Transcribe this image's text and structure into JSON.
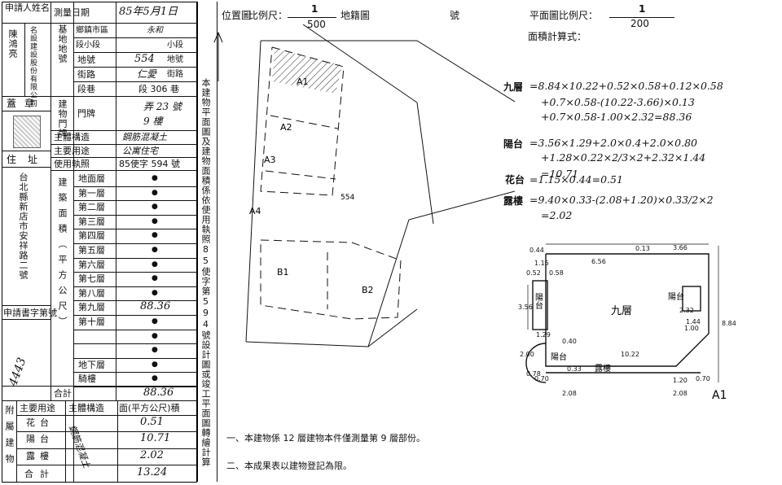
{
  "applicant": {
    "title": "申請人姓名",
    "name_vertical": "陳鴻亮",
    "company_vertical": "名設建設股份有限公司"
  },
  "seal_label": "蓋章",
  "address_label": "住址",
  "address_vertical": "台北縣新店市安祥路二號",
  "survey_date_label": "測量日期",
  "survey_date_value": "85年5月1日",
  "base_label": "基地地號",
  "rows_left": {
    "district": "鄉鎮市區",
    "district_value": "永和",
    "section": "段小段",
    "section_small": "小段",
    "lot_label": "地號",
    "lot_value": "554",
    "lot_suffix": "地號",
    "street_label": "街路",
    "street_value": "仁愛",
    "street_suffix": "街路",
    "lane_label": "段巷",
    "lane_value": "段 306 巷",
    "door_label": "門牌",
    "alley_value": "弄 23 號",
    "floor_value": "9 樓"
  },
  "building_label": "建物門牌",
  "structure_label": "主體構造",
  "structure_value": "鋼筋混凝土",
  "use_label": "主要用途",
  "use_value": "公寓住宅",
  "license_label": "使用執照",
  "license_value": "85使字 594 號",
  "area_label": "建築面積（平方公尺）",
  "floors": [
    {
      "label": "地面層",
      "value": "●"
    },
    {
      "label": "第一層",
      "value": "●"
    },
    {
      "label": "第二層",
      "value": "●"
    },
    {
      "label": "第三層",
      "value": "●"
    },
    {
      "label": "第四層",
      "value": "●"
    },
    {
      "label": "第五層",
      "value": "●"
    },
    {
      "label": "第六層",
      "value": "●"
    },
    {
      "label": "第七層",
      "value": "●"
    },
    {
      "label": "第八層",
      "value": "●"
    },
    {
      "label": "第九層",
      "value": "88.36"
    },
    {
      "label": "第十層",
      "value": "●"
    },
    {
      "label": "",
      "value": "●"
    },
    {
      "label": "",
      "value": "●"
    },
    {
      "label": "地下層",
      "value": "●"
    },
    {
      "label": "騎樓",
      "value": "●"
    }
  ],
  "total_label": "合計",
  "total_value": "88.36",
  "app_no_label": "申請書字第號",
  "app_no_value": "4443",
  "attach": {
    "header_use": "主要用途",
    "header_struct": "主體構造",
    "header_area": "面(平方公尺)積",
    "side_label": "附屬建物",
    "items": [
      {
        "use": "花台",
        "area": "0.51"
      },
      {
        "use": "陽台",
        "area": "10.71"
      },
      {
        "use": "露樓",
        "area": "2.02"
      }
    ],
    "total_label": "合計",
    "total_area": "13.24",
    "struct_value": "鋼筋混凝土"
  },
  "position_label": "位置圖",
  "scale_label": "比例尺：",
  "scale_num": "1",
  "scale_den": "500",
  "land_map_label": "地籍圖",
  "number_label": "號",
  "plan_scale_label": "平面圖比例尺：",
  "plan_scale_num": "1",
  "plan_scale_den": "200",
  "area_calc_label": "面積計算式：",
  "middle_vertical": "本建物平面圖及建物面積係依使用執照85使字第594號設計圖或竣工平面圖轉繪計算",
  "calcs": [
    {
      "label": "九層",
      "text": "=8.84×10.22+0.52×0.58+0.12×0.58"
    },
    {
      "label": "",
      "text": "+0.7×0.58-(10.22-3.66)×0.13"
    },
    {
      "label": "",
      "text": "+0.7×0.58-1.00×2.32=88.36"
    },
    {
      "label": "陽台",
      "text": "=3.56×1.29+2.0×0.4+2.0×0.80"
    },
    {
      "label": "",
      "text": "+1.28×0.22×2/3×2+2.32×1.44"
    },
    {
      "label": "",
      "text": "=10.71"
    },
    {
      "label": "花台",
      "text": "=1.15×0.44=0.51"
    },
    {
      "label": "露樓",
      "text": "=9.40×0.33-(2.08+1.20)×0.33/2×2"
    },
    {
      "label": "",
      "text": "=2.02"
    }
  ],
  "plan_labels": {
    "main": "九層",
    "balcony_l": "陽台",
    "balcony_r": "陽台",
    "balcony_b": "陽台",
    "terrace": "露樓",
    "sheet": "A1",
    "dims": [
      "0.44",
      "0.13",
      "3.66",
      "1.15",
      "6.56",
      "0.52",
      "0.58",
      "3.56",
      "2.32",
      "1.44",
      "1.00",
      "8.84",
      "1.29",
      "0.40",
      "2.00",
      "10.22",
      "0.33",
      "0.70",
      "1.20",
      "0.70",
      "2.08",
      "2.08",
      "0.78"
    ]
  },
  "site_labels": {
    "a1": "A1",
    "a2": "A2",
    "a3": "A3",
    "a4": "A4",
    "b1": "B1",
    "b2": "B2",
    "lot": "554"
  },
  "notes": [
    "一、本建物係 12 層建物本件僅測量第 9 層部份。",
    "二、本成果表以建物登記為限。"
  ]
}
